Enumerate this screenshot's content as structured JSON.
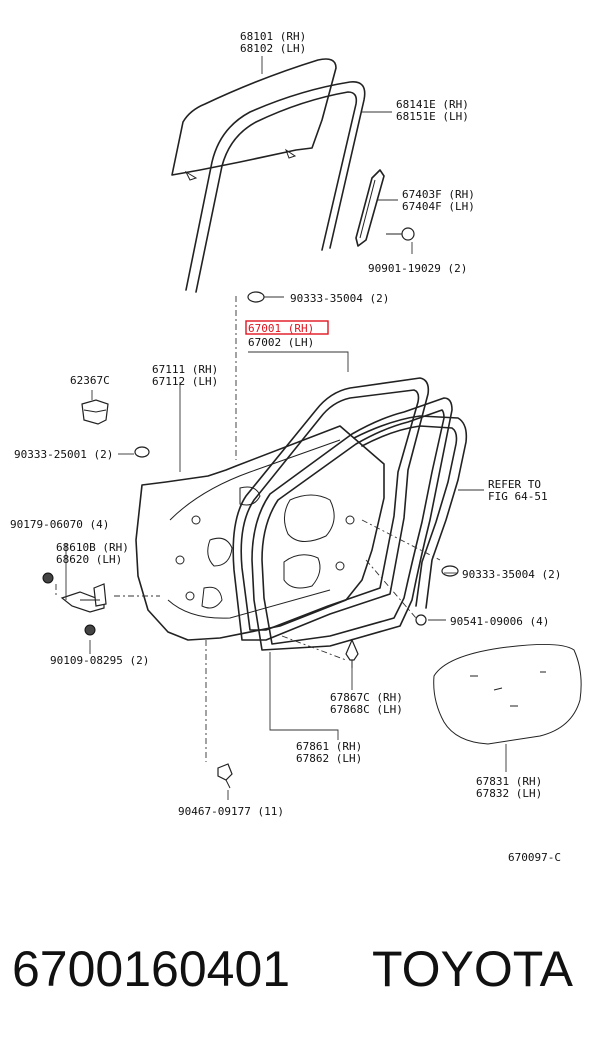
{
  "callouts": [
    {
      "id": "c1",
      "lines": [
        "68101 (RH)",
        "68102 (LH)"
      ]
    },
    {
      "id": "c2",
      "lines": [
        "68141E (RH)",
        "68151E (LH)"
      ]
    },
    {
      "id": "c3",
      "lines": [
        "67403F (RH)",
        "67404F (LH)"
      ]
    },
    {
      "id": "c4",
      "lines": [
        "90901-19029 (2)"
      ]
    },
    {
      "id": "c5",
      "lines": [
        "90333-35004 (2)"
      ]
    },
    {
      "id": "c6",
      "lines": [
        "67001 (RH)",
        "67002 (LH)"
      ],
      "highlight_first": true
    },
    {
      "id": "c7",
      "lines": [
        "62367C"
      ]
    },
    {
      "id": "c8",
      "lines": [
        "67111 (RH)",
        "67112 (LH)"
      ]
    },
    {
      "id": "c9",
      "lines": [
        "90333-25001 (2)"
      ]
    },
    {
      "id": "c10",
      "lines": [
        "REFER TO",
        "FIG 64-51"
      ]
    },
    {
      "id": "c11",
      "lines": [
        "90179-06070 (4)"
      ]
    },
    {
      "id": "c12",
      "lines": [
        "68610B (RH)",
        "68620  (LH)"
      ]
    },
    {
      "id": "c13",
      "lines": [
        "90333-35004 (2)"
      ]
    },
    {
      "id": "c14",
      "lines": [
        "90541-09006 (4)"
      ]
    },
    {
      "id": "c15",
      "lines": [
        "90109-08295 (2)"
      ]
    },
    {
      "id": "c16",
      "lines": [
        "67867C (RH)",
        "67868C (LH)"
      ]
    },
    {
      "id": "c17",
      "lines": [
        "67861 (RH)",
        "67862 (LH)"
      ]
    },
    {
      "id": "c18",
      "lines": [
        "67831 (RH)",
        "67832 (LH)"
      ]
    },
    {
      "id": "c19",
      "lines": [
        "90467-09177 (11)"
      ]
    },
    {
      "id": "c20",
      "lines": [
        "670097-C"
      ]
    }
  ],
  "highlight_color": "#e0141e",
  "footer": {
    "part_number": "6700160401",
    "brand": "TOYOTA"
  }
}
